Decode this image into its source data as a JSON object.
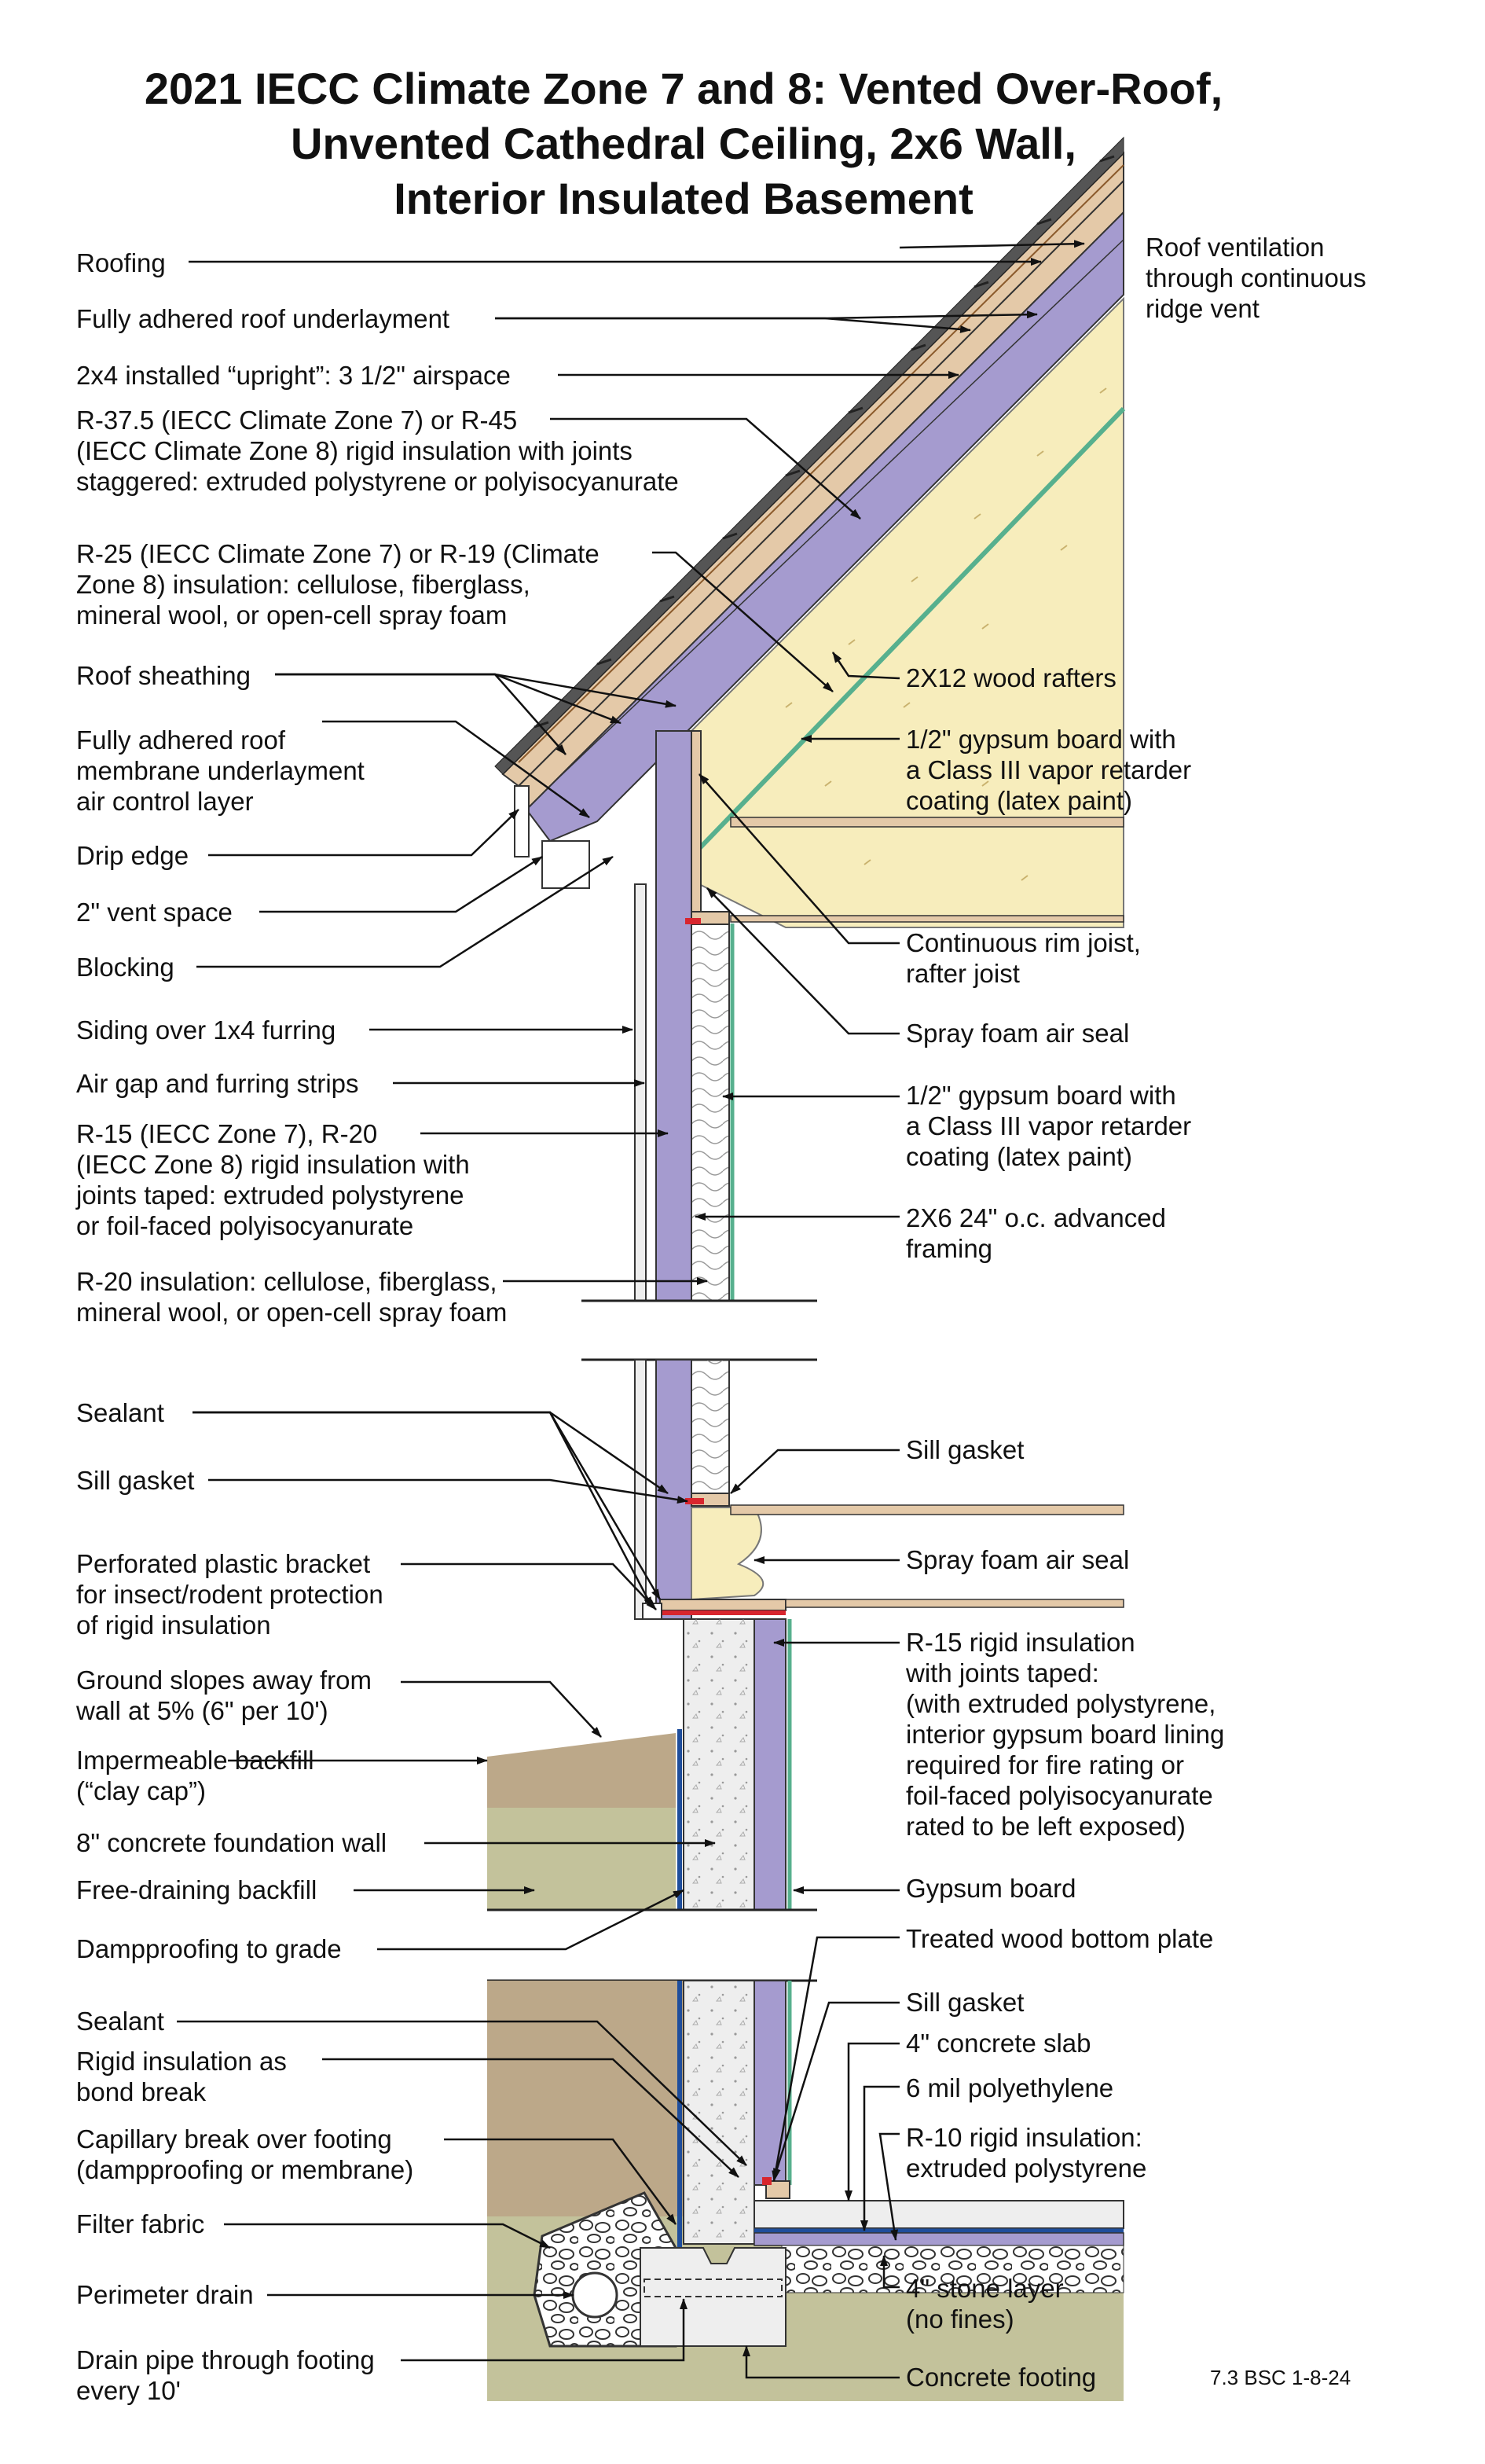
{
  "title": [
    "2021 IECC Climate Zone 7 and 8: Vented Over-Roof,",
    "Unvented Cathedral Ceiling, 2x6 Wall,",
    "Interior Insulated Basement"
  ],
  "left_labels": [
    {
      "id": "roofing",
      "lines": [
        "Roofing"
      ]
    },
    {
      "id": "roof-underlayment",
      "lines": [
        "Fully adhered roof underlayment"
      ]
    },
    {
      "id": "2x4-upright",
      "lines": [
        "2x4 installed “upright”: 3 1/2\" airspace"
      ]
    },
    {
      "id": "rigid-roof-insulation",
      "lines": [
        "R-37.5 (IECC Climate Zone 7) or R-45",
        "(IECC Climate Zone 8) rigid insulation with joints",
        "staggered: extruded polystyrene or polyisocyanurate"
      ]
    },
    {
      "id": "cavity-roof-insulation",
      "lines": [
        "R-25 (IECC Climate Zone 7) or R-19 (Climate",
        "Zone 8) insulation: cellulose, fiberglass,",
        "mineral wool, or open-cell spray foam"
      ]
    },
    {
      "id": "roof-sheathing",
      "lines": [
        "Roof sheathing"
      ]
    },
    {
      "id": "roof-membrane",
      "lines": [
        "Fully adhered roof",
        "membrane underlayment",
        "air control layer"
      ]
    },
    {
      "id": "drip-edge",
      "lines": [
        "Drip edge"
      ]
    },
    {
      "id": "vent-space",
      "lines": [
        "2\" vent space"
      ]
    },
    {
      "id": "blocking",
      "lines": [
        "Blocking"
      ]
    },
    {
      "id": "siding",
      "lines": [
        "Siding over 1x4 furring"
      ]
    },
    {
      "id": "air-gap",
      "lines": [
        "Air gap and furring strips"
      ]
    },
    {
      "id": "wall-rigid-insulation",
      "lines": [
        "R-15 (IECC Zone 7), R-20",
        "(IECC Zone 8) rigid insulation with",
        "joints taped: extruded polystyrene",
        "or foil-faced polyisocyanurate"
      ]
    },
    {
      "id": "wall-cavity-insulation",
      "lines": [
        "R-20 insulation: cellulose, fiberglass,",
        "mineral wool, or open-cell spray foam"
      ]
    },
    {
      "id": "sealant-upper",
      "lines": [
        "Sealant"
      ]
    },
    {
      "id": "sill-gasket-left",
      "lines": [
        "Sill gasket"
      ]
    },
    {
      "id": "plastic-bracket",
      "lines": [
        "Perforated plastic bracket",
        "for insect/rodent protection",
        "of rigid insulation"
      ]
    },
    {
      "id": "ground-slopes",
      "lines": [
        "Ground slopes away from",
        "wall at 5% (6\" per 10')"
      ]
    },
    {
      "id": "impermeable-backfill",
      "lines": [
        "Impermeable backfill",
        "(“clay cap”)"
      ]
    },
    {
      "id": "foundation-wall",
      "lines": [
        "8\" concrete foundation wall"
      ]
    },
    {
      "id": "free-draining-backfill",
      "lines": [
        "Free-draining backfill"
      ]
    },
    {
      "id": "dampproofing",
      "lines": [
        "Dampproofing to grade"
      ]
    },
    {
      "id": "sealant-lower",
      "lines": [
        "Sealant"
      ]
    },
    {
      "id": "bond-break",
      "lines": [
        "Rigid insulation as",
        "bond break"
      ]
    },
    {
      "id": "capillary-break",
      "lines": [
        "Capillary break over footing",
        "(dampproofing or membrane)"
      ]
    },
    {
      "id": "filter-fabric",
      "lines": [
        "Filter fabric"
      ]
    },
    {
      "id": "perimeter-drain",
      "lines": [
        "Perimeter drain"
      ]
    },
    {
      "id": "drain-pipe",
      "lines": [
        "Drain pipe through footing",
        "every 10'"
      ]
    }
  ],
  "right_labels": [
    {
      "id": "roof-ventilation",
      "lines": [
        "Roof ventilation",
        "through continuous",
        "ridge vent"
      ]
    },
    {
      "id": "wood-rafters",
      "lines": [
        "2X12 wood rafters"
      ]
    },
    {
      "id": "ceiling-gypsum",
      "lines": [
        "1/2\" gypsum board with",
        "a Class III vapor retarder",
        "coating (latex paint)"
      ]
    },
    {
      "id": "rim-joist",
      "lines": [
        "Continuous rim joist,",
        "rafter joist"
      ]
    },
    {
      "id": "spray-foam-upper",
      "lines": [
        "Spray foam air seal"
      ]
    },
    {
      "id": "wall-gypsum",
      "lines": [
        "1/2\" gypsum board with",
        "a Class III vapor retarder",
        "coating (latex paint)"
      ]
    },
    {
      "id": "advanced-framing",
      "lines": [
        "2X6 24\" o.c. advanced",
        "framing"
      ]
    },
    {
      "id": "sill-gasket-right",
      "lines": [
        "Sill gasket"
      ]
    },
    {
      "id": "spray-foam-lower",
      "lines": [
        "Spray foam air seal"
      ]
    },
    {
      "id": "r15-rigid",
      "lines": [
        "R-15 rigid insulation",
        "with joints taped:",
        "(with extruded polystyrene,",
        "interior gypsum board lining",
        "required for fire rating or",
        "foil-faced polyisocyanurate",
        "rated to be left exposed)"
      ]
    },
    {
      "id": "gypsum-board",
      "lines": [
        "Gypsum board"
      ]
    },
    {
      "id": "bottom-plate",
      "lines": [
        "Treated wood bottom plate"
      ]
    },
    {
      "id": "sill-gasket-lower",
      "lines": [
        "Sill gasket"
      ]
    },
    {
      "id": "concrete-slab",
      "lines": [
        "4\" concrete slab"
      ]
    },
    {
      "id": "polyethylene",
      "lines": [
        "6 mil polyethylene"
      ]
    },
    {
      "id": "r10-rigid",
      "lines": [
        "R-10 rigid insulation:",
        "extruded polystyrene"
      ]
    },
    {
      "id": "stone-layer",
      "lines": [
        "4\" stone layer",
        "(no fines)"
      ]
    },
    {
      "id": "concrete-footing",
      "lines": [
        "Concrete footing"
      ]
    }
  ],
  "reference_code": "7.3 BSC 1-8-24",
  "colors": {
    "rigid_insulation": "#a59bcf",
    "spray_foam": "#f7edbc",
    "wood": "#e4c9a8",
    "soil_clay": "#bca889",
    "backfill": "#c3c29b",
    "concrete": "#eeeeee",
    "dampproofing": "#1f4e9c",
    "gasket": "#d8262e",
    "gypsum_line": "#57b08e"
  }
}
